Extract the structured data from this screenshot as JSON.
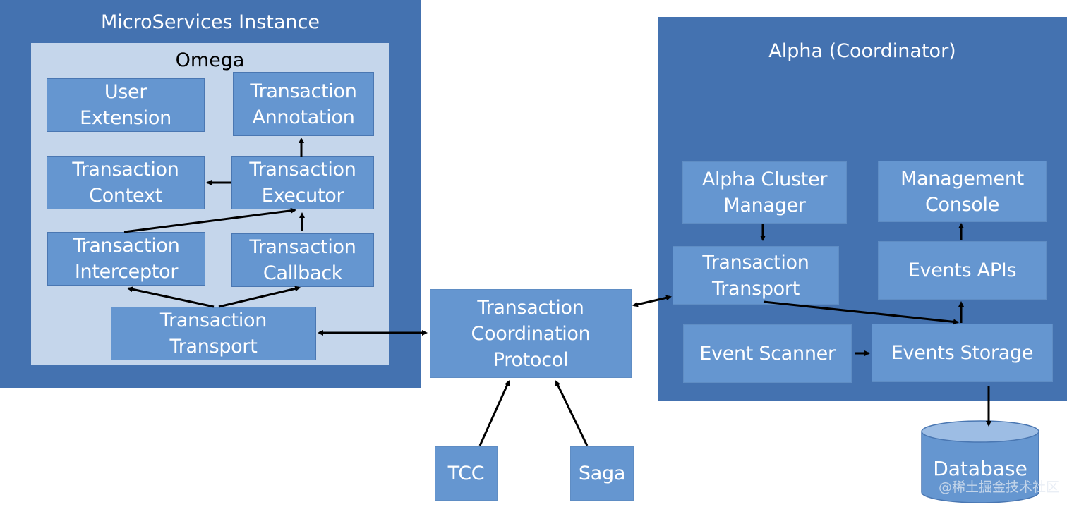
{
  "microservices": {
    "title": "MicroServices Instance",
    "omega": {
      "title": "Omega",
      "components": {
        "user_extension": "User\nExtension",
        "transaction_annotation": "Transaction\nAnnotation",
        "transaction_context": "Transaction\nContext",
        "transaction_executor": "Transaction\nExecutor",
        "transaction_interceptor": "Transaction\nInterceptor",
        "transaction_callback": "Transaction\nCallback",
        "transaction_transport": "Transaction\nTransport"
      }
    }
  },
  "protocol": {
    "label": "Transaction\nCoordination\nProtocol",
    "implementations": [
      "TCC",
      "Saga"
    ]
  },
  "alpha": {
    "title": "Alpha (Coordinator)",
    "components": {
      "cluster_manager": "Alpha Cluster\nManager",
      "management_console": "Management\nConsole",
      "transaction_transport": "Transaction\nTransport",
      "events_apis": "Events APIs",
      "event_scanner": "Event Scanner",
      "events_storage": "Events Storage"
    }
  },
  "database": {
    "label": "Database"
  },
  "watermark": "@稀土掘金技术社区",
  "colors": {
    "container": "#4472b0",
    "omega_bg": "#c5d6eb",
    "component": "#6596d0",
    "arrow": "#000000"
  }
}
